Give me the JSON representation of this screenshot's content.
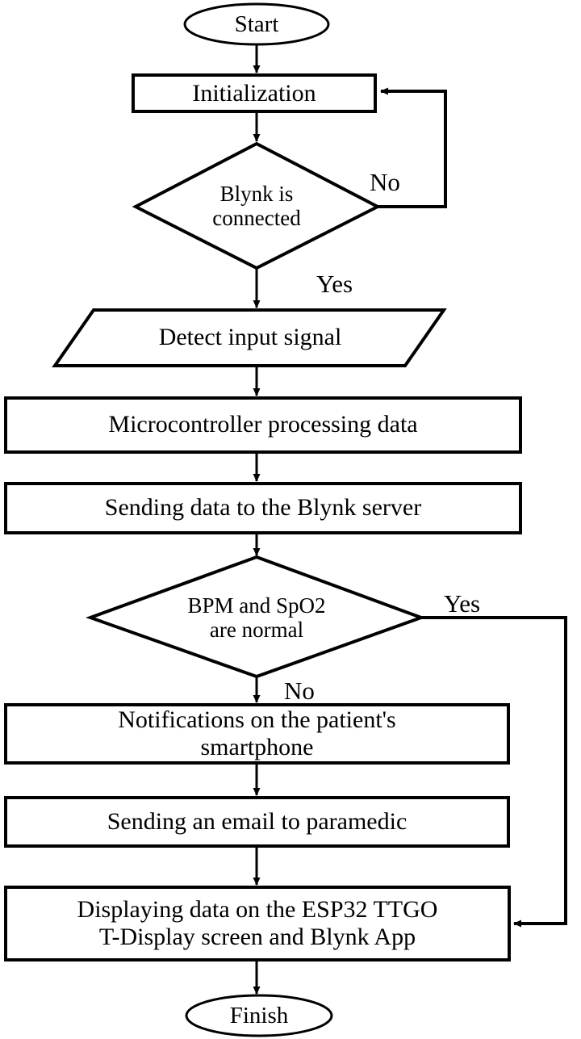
{
  "diagram": {
    "type": "flowchart",
    "title": "IoT patient monitoring system flowchart",
    "colors": {
      "background": "#ffffff",
      "stroke": "#000000",
      "fill": "#ffffff",
      "text": "#000000"
    },
    "nodes": [
      {
        "id": "start",
        "shape": "terminal",
        "text": "Start"
      },
      {
        "id": "init",
        "shape": "process",
        "text": "Initialization"
      },
      {
        "id": "blynk",
        "shape": "decision",
        "text": "Blynk is\nconnected"
      },
      {
        "id": "detect",
        "shape": "parallelogram",
        "text": "Detect input signal"
      },
      {
        "id": "process",
        "shape": "process",
        "text": "Microcontroller processing data"
      },
      {
        "id": "send",
        "shape": "process",
        "text": "Sending data to the Blynk server"
      },
      {
        "id": "normal",
        "shape": "decision",
        "text": "BPM and SpO2\nare normal"
      },
      {
        "id": "notify",
        "shape": "process",
        "text": "Notifications on the patient's\nsmartphone"
      },
      {
        "id": "email",
        "shape": "process",
        "text": "Sending an email to paramedic"
      },
      {
        "id": "display",
        "shape": "process",
        "text": "Displaying data on the ESP32 TTGO\nT-Display screen and Blynk App"
      },
      {
        "id": "finish",
        "shape": "terminal",
        "text": "Finish"
      }
    ],
    "edge_labels": [
      {
        "id": "blynk-no",
        "text": "No",
        "from": "blynk",
        "to": "init"
      },
      {
        "id": "blynk-yes",
        "text": "Yes",
        "from": "blynk",
        "to": "detect"
      },
      {
        "id": "normal-yes",
        "text": "Yes",
        "from": "normal",
        "to": "display"
      },
      {
        "id": "normal-no",
        "text": "No",
        "from": "normal",
        "to": "notify"
      }
    ]
  }
}
